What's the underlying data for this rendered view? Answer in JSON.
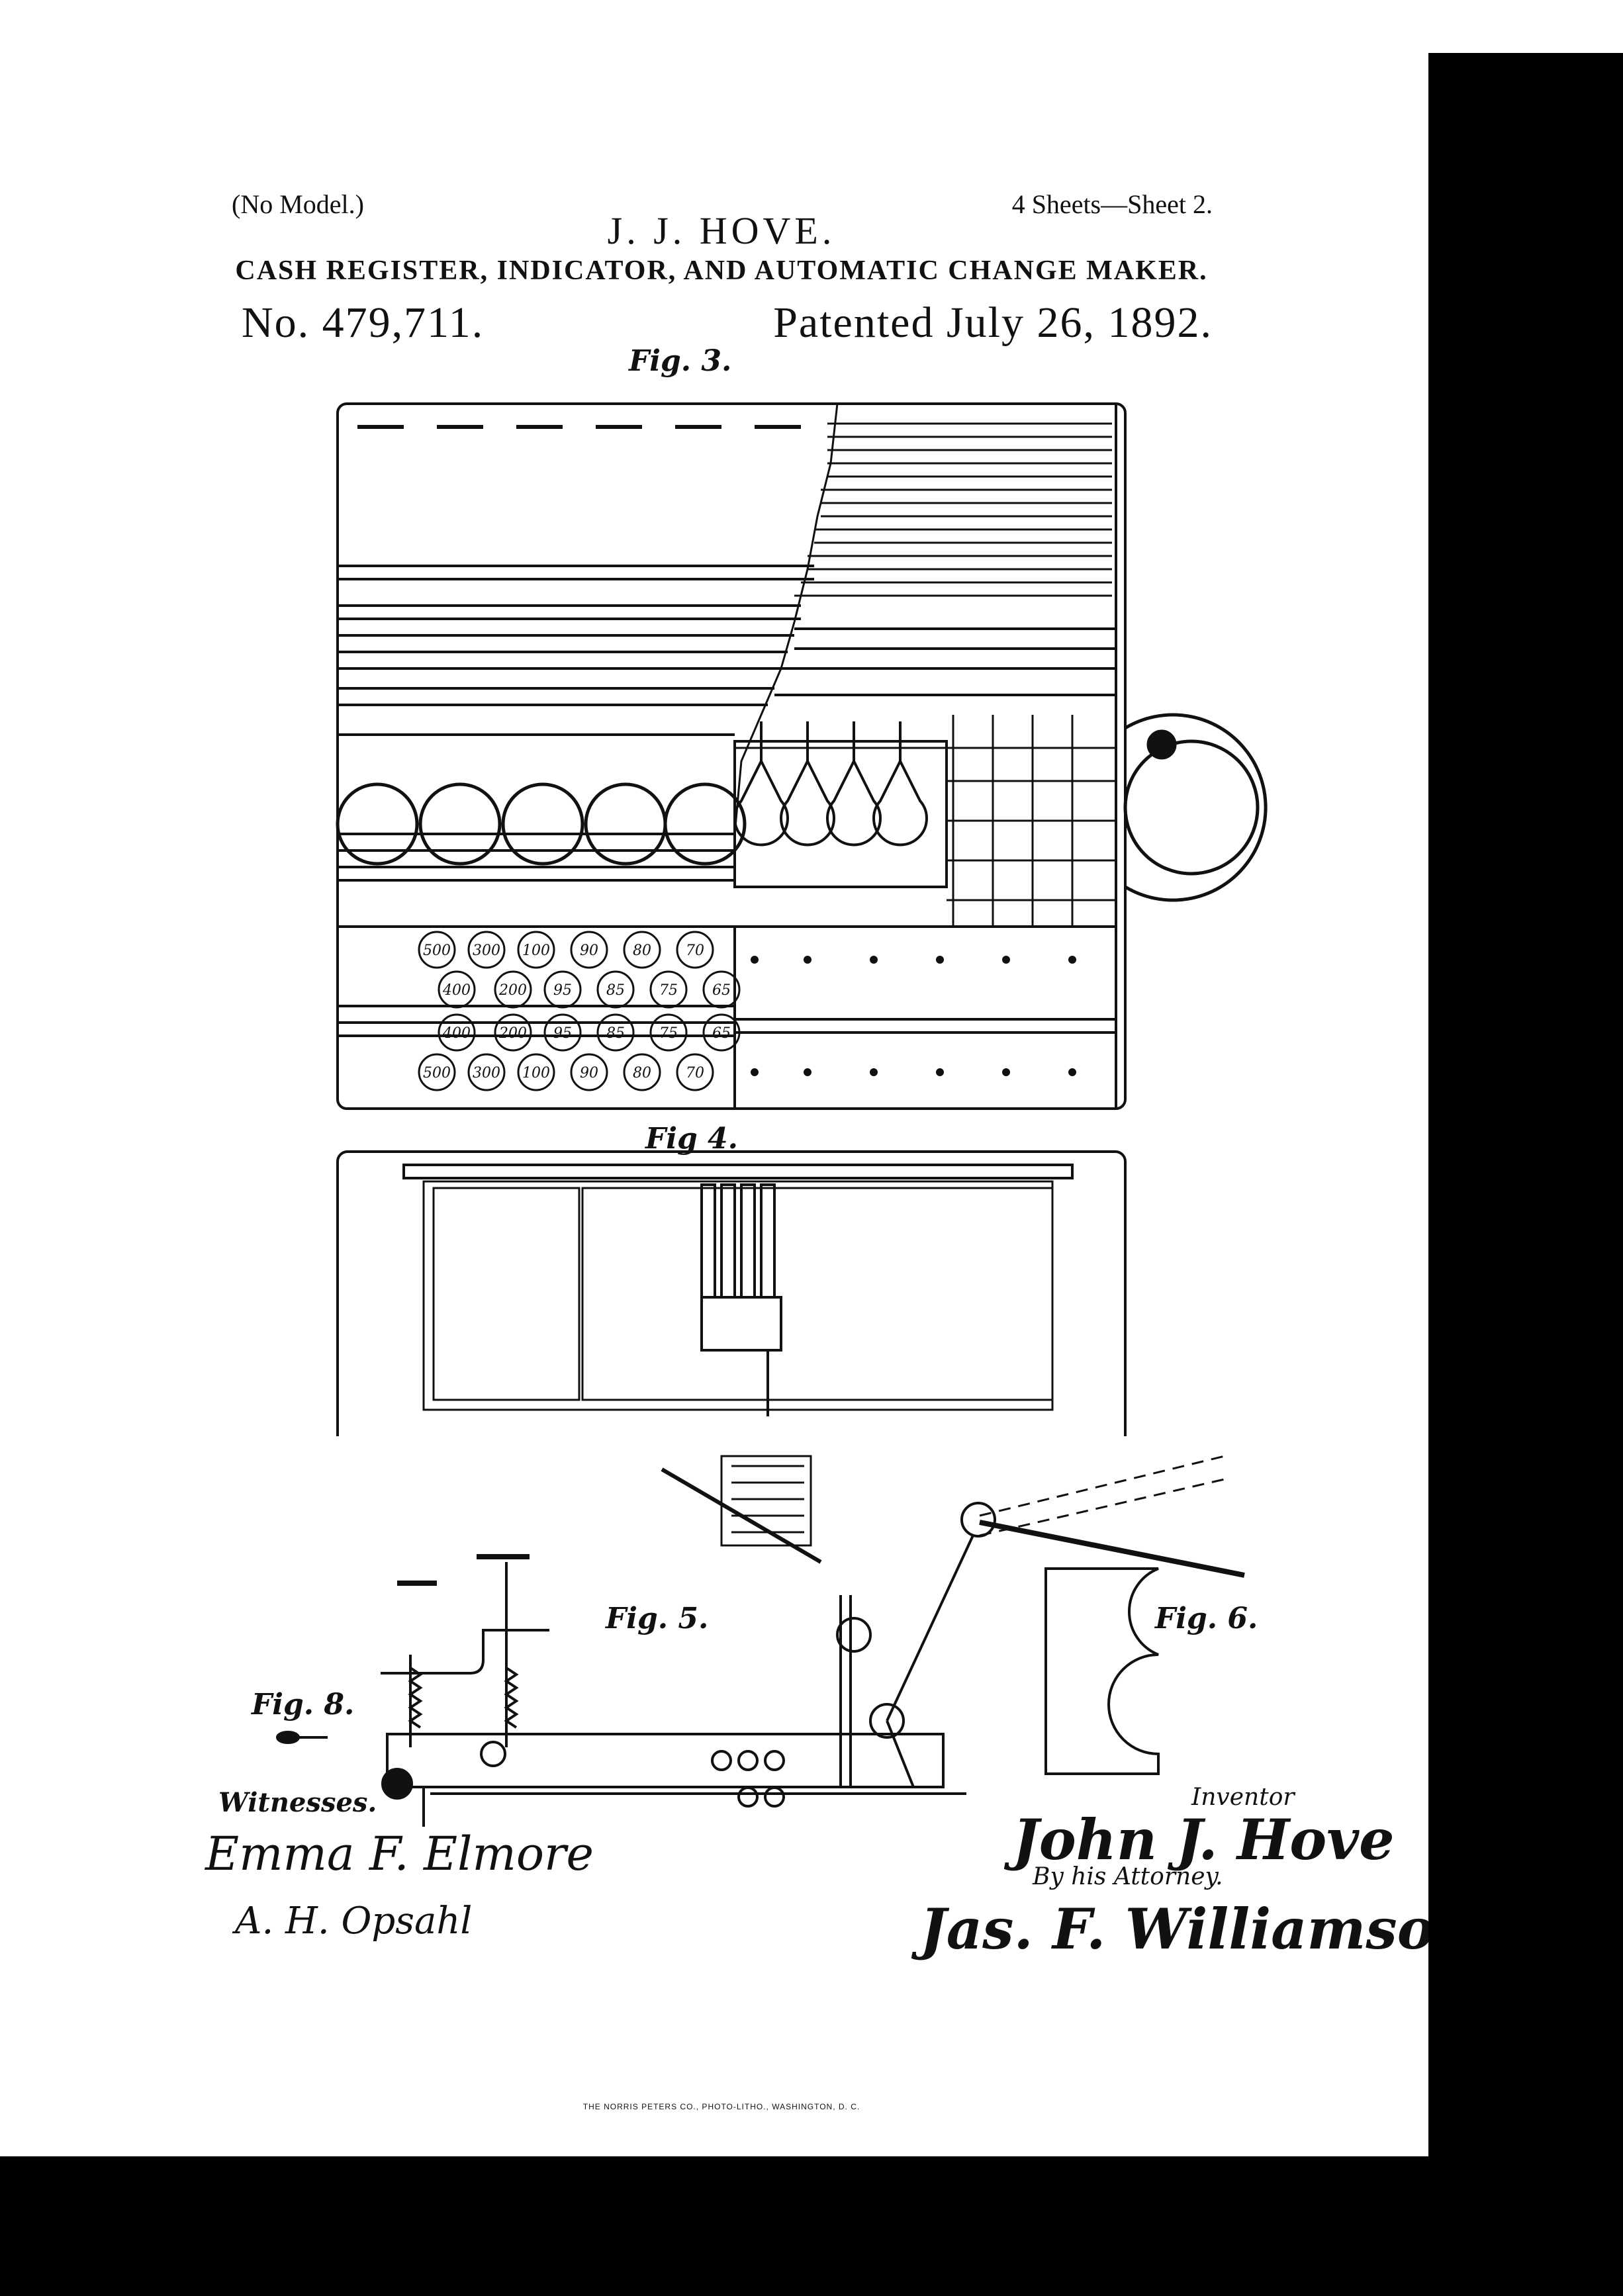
{
  "header": {
    "no_model": "(No Model.)",
    "sheets": "4 Sheets—Sheet 2.",
    "inventor": "J. J. HOVE.",
    "title": "CASH REGISTER, INDICATOR, AND AUTOMATIC CHANGE MAKER.",
    "patent_number": "No. 479,711.",
    "patent_date": "Patented July 26, 1892."
  },
  "figures": {
    "fig3": "Fig. 3.",
    "fig4": "Fig 4.",
    "fig5": "Fig. 5.",
    "fig6": "Fig. 6.",
    "fig8": "Fig. 8."
  },
  "drawing": {
    "colors": {
      "ink": "#111111",
      "paper": "#ffffff"
    },
    "coin_values_row1": [
      "500",
      "300",
      "100",
      "90",
      "80",
      "70"
    ],
    "coin_values_row2": [
      "400",
      "200",
      "95",
      "85",
      "75",
      "65"
    ],
    "coin_values_row3": [
      "400",
      "200",
      "95",
      "85",
      "75",
      "65"
    ],
    "coin_values_row4": [
      "500",
      "300",
      "100",
      "90",
      "80",
      "70"
    ]
  },
  "signatures": {
    "witnesses_label": "Witnesses.",
    "witness1": "Emma F. Elmore",
    "witness2": "A. H. Opsahl",
    "inventor_label": "Inventor",
    "inventor_sig": "John J. Hove",
    "attorney_label": "By his Attorney.",
    "attorney_sig": "Jas. F. Williamson"
  },
  "footer": "THE NORRIS PETERS CO., PHOTO-LITHO., WASHINGTON, D. C."
}
